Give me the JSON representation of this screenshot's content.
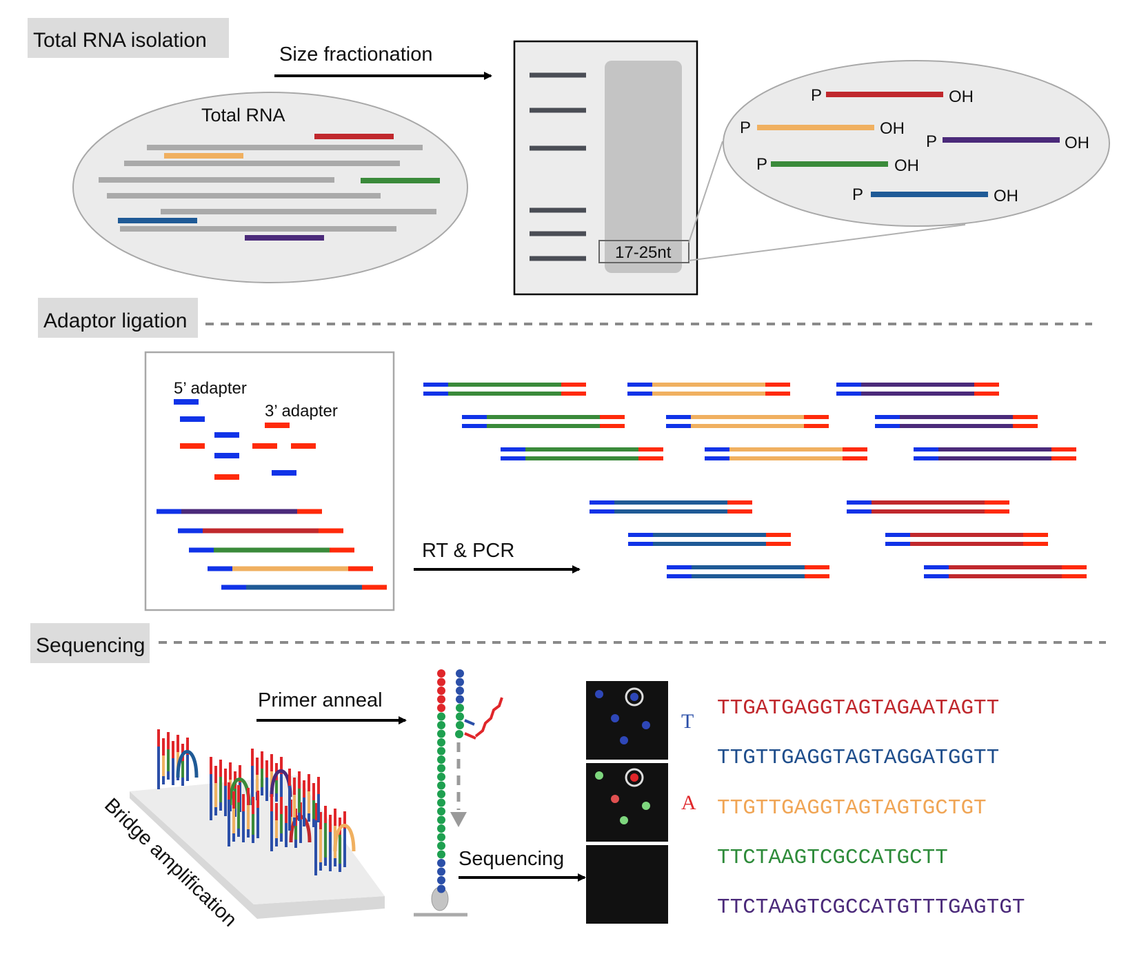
{
  "sections": {
    "isolation": "Total RNA isolation",
    "ligation": "Adaptor ligation",
    "sequencing": "Sequencing"
  },
  "labels": {
    "total_rna": "Total RNA",
    "size_fractionation": "Size fractionation",
    "size_window": "17-25nt",
    "phosphate": "P",
    "hydroxyl": "OH",
    "adapter_5": "5’ adapter",
    "adapter_3": "3’ adapter",
    "rt_pcr": "RT & PCR",
    "primer_anneal": "Primer anneal",
    "sequencing_step": "Sequencing",
    "bridge_amplification": "Bridge amplification"
  },
  "base_calls": [
    {
      "base": "T",
      "color": "#2b4fa8"
    },
    {
      "base": "A",
      "color": "#e0262a"
    }
  ],
  "sequences": [
    {
      "text": "TTGATGAGGTAGTAGAATAGTT",
      "color": "#c0282d"
    },
    {
      "text": "TTGTTGAGGTAGTAGGATGGTT",
      "color": "#1f4e8c"
    },
    {
      "text": "TTGTTGAGGTAGTAGTGCTGT",
      "color": "#f0a555"
    },
    {
      "text": "TTCTAAGTCGCCATGCTT",
      "color": "#2e8b3a"
    },
    {
      "text": "TTCTAAGTCGCCATGTTTGAGTGT",
      "color": "#4b2a7a"
    }
  ],
  "colors": {
    "red": "#c0282d",
    "orange": "#f0b060",
    "green": "#3a8a3a",
    "blue": "#1f5a96",
    "purple": "#4b2a7a",
    "gray": "#aaaaaa",
    "adapter_5": "#1033e8",
    "adapter_3": "#ff2a0a",
    "section_bg": "#dcdcdc"
  }
}
